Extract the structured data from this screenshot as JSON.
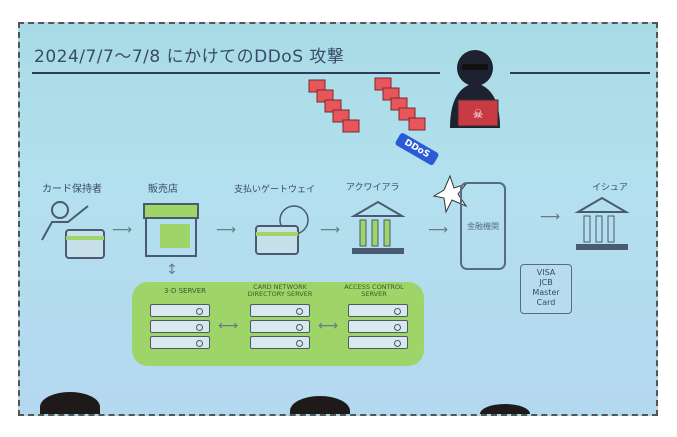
{
  "slide": {
    "title": "2024/7/7〜7/8 にかけてのDDoS 攻撃",
    "attack_label": "DDoS",
    "flow": [
      {
        "label": "カード保持者",
        "icon": "cardholder-icon"
      },
      {
        "label": "販売店",
        "icon": "store-icon"
      },
      {
        "label": "支払いゲートウェイ",
        "icon": "payment-gateway-icon"
      },
      {
        "label": "アクワイアラ",
        "icon": "bank-icon"
      },
      {
        "label": "金融機関",
        "icon": "institution-box"
      },
      {
        "label": "イシュア",
        "icon": "bank-icon"
      }
    ],
    "brands": [
      "VISA",
      "JCB",
      "Master",
      "Card"
    ],
    "servers": [
      {
        "label": "3-D SERVER"
      },
      {
        "label": "CARD NETWORK DIRECTORY SERVER"
      },
      {
        "label": "ACCESS CONTROL SERVER"
      }
    ],
    "colors": {
      "background": "#a8dbe6",
      "green_panel": "#9fd468",
      "ddos_badge": "#2a5ad8"
    }
  }
}
